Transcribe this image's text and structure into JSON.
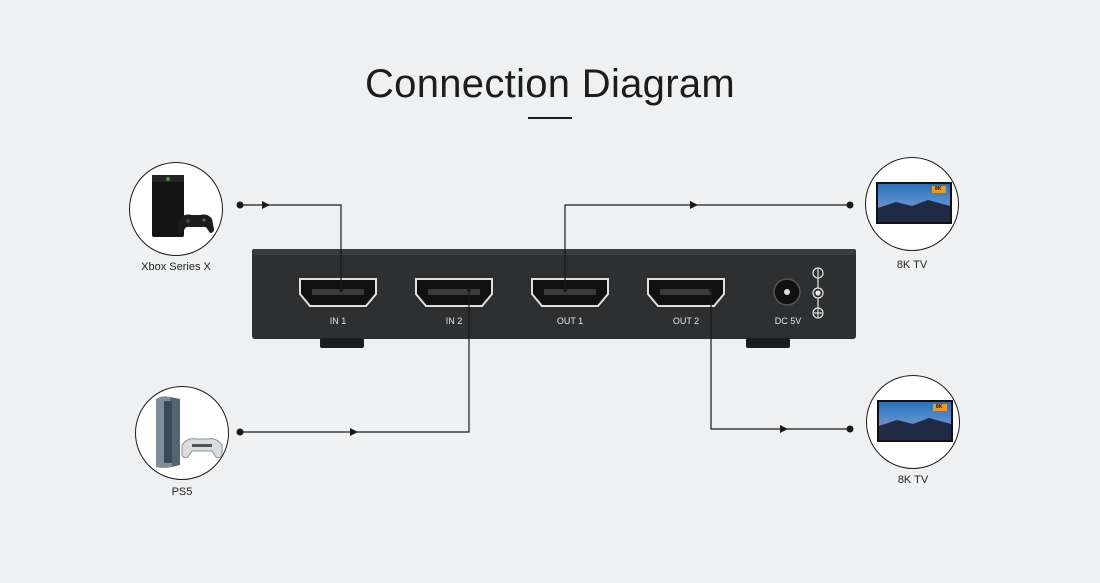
{
  "title": "Connection Diagram",
  "sources": [
    {
      "label": "Xbox Series X",
      "icon": "xbox-console-icon"
    },
    {
      "label": "PS5",
      "icon": "ps5-console-icon"
    }
  ],
  "displays": [
    {
      "label": "8K TV",
      "badge": "8K",
      "icon": "tv-icon"
    },
    {
      "label": "8K TV",
      "badge": "8K",
      "icon": "tv-icon"
    }
  ],
  "ports": [
    "IN 1",
    "IN 2",
    "OUT 1",
    "OUT 2",
    "DC 5V"
  ],
  "colors": {
    "background": "#eff0f1",
    "device_body": "#2b2d2f",
    "line": "#1a1a1a"
  }
}
